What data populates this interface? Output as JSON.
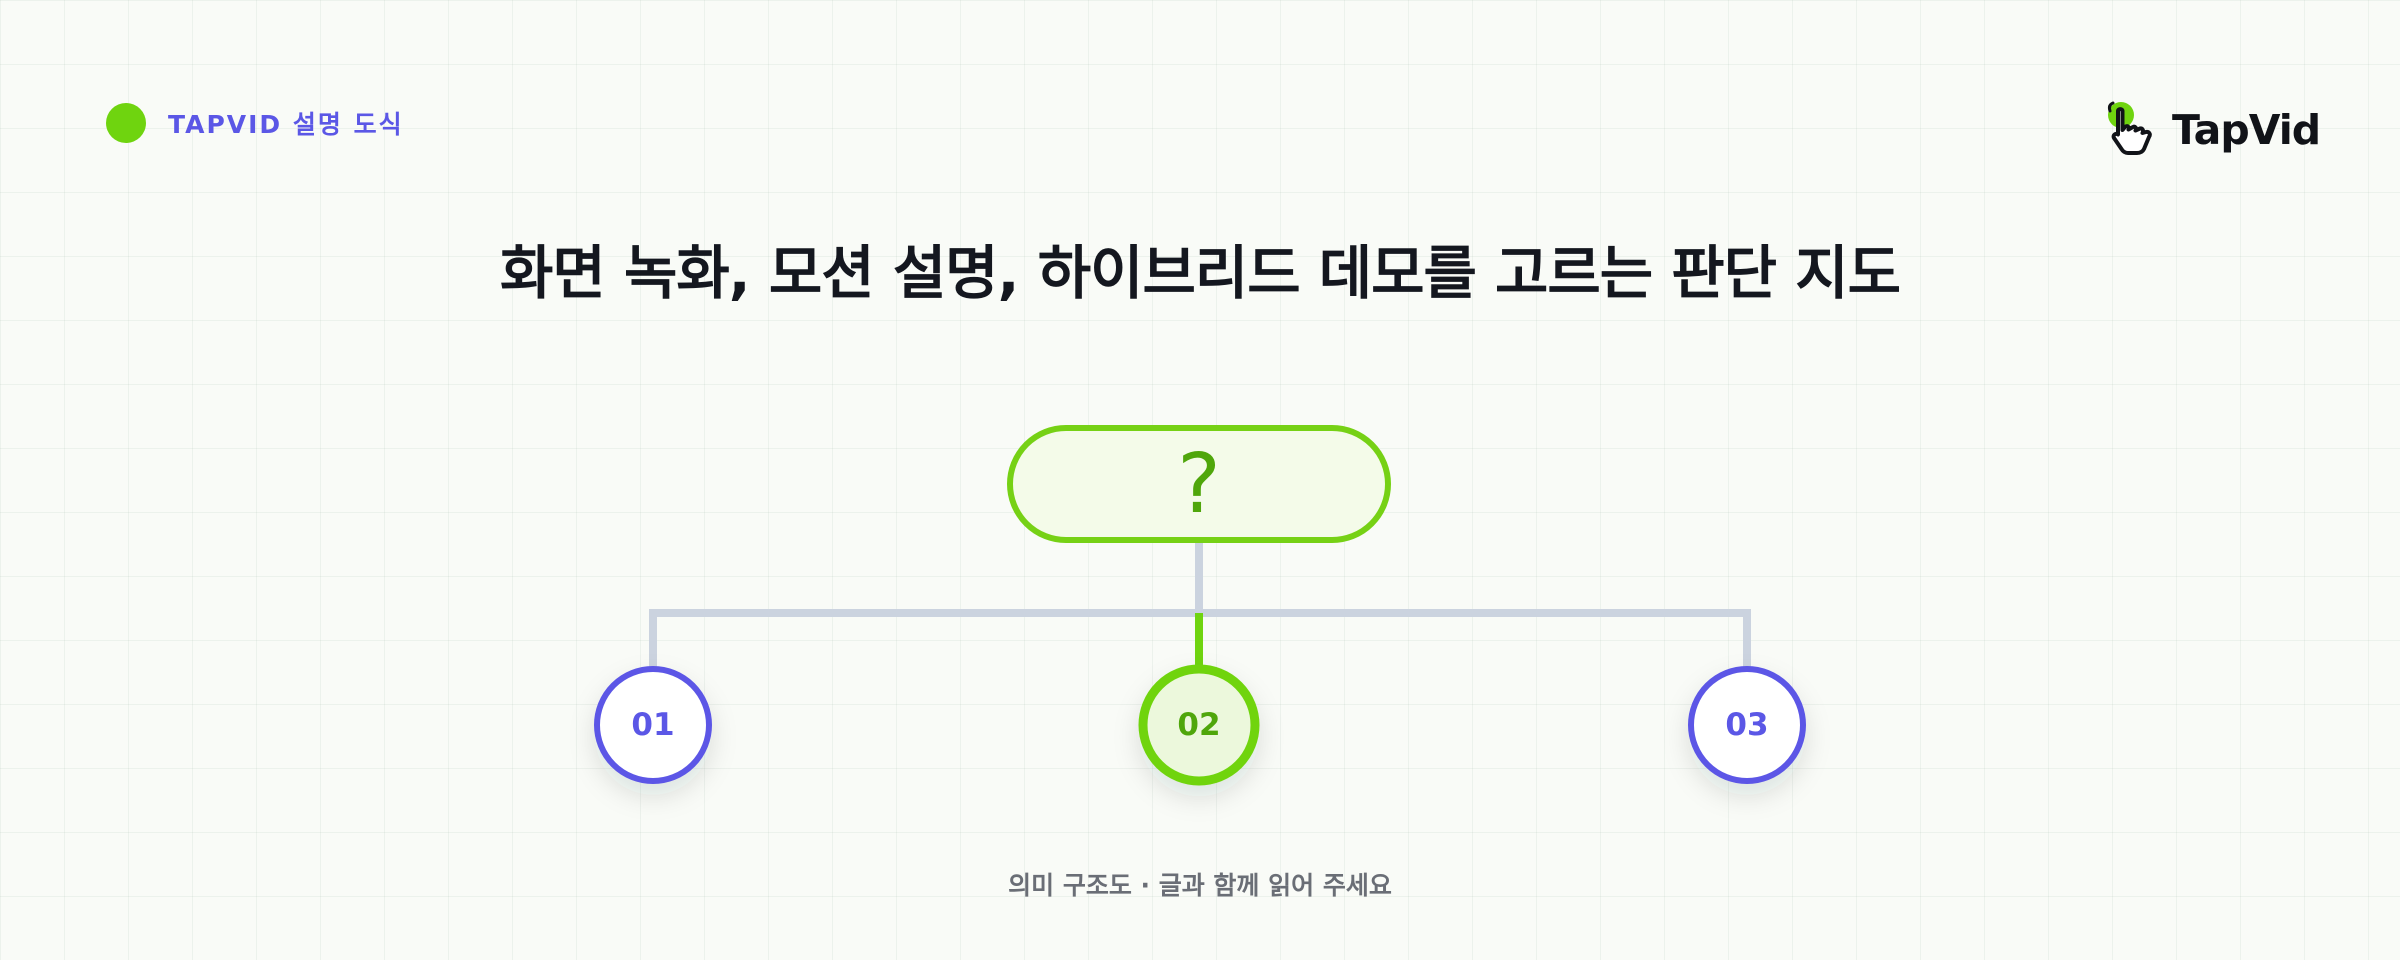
{
  "badge": {
    "label": "TAPVID 설명 도식"
  },
  "logo": {
    "wordmark": "TapVid",
    "icon": "pointing-hand-icon"
  },
  "title": "화면 녹화, 모션 설명, 하이브리드 데모를 고르는 판단 지도",
  "diagram": {
    "root": {
      "label": "?"
    },
    "options": [
      {
        "label": "01",
        "highlighted": false
      },
      {
        "label": "02",
        "highlighted": true
      },
      {
        "label": "03",
        "highlighted": false
      }
    ]
  },
  "caption": "의미 구조도 · 글과 함께 읽어 주세요",
  "colors": {
    "accent_green": "#6fd40f",
    "accent_purple": "#5b57e6",
    "connector": "#cbd3df",
    "highlight_fill": "#ecf8dc"
  }
}
